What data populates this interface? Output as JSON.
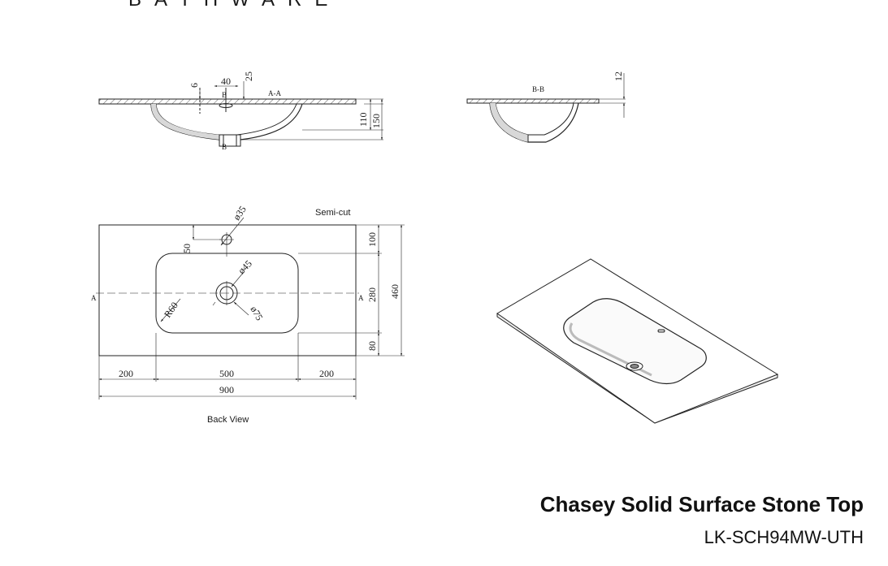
{
  "brand": {
    "name": "BATHWARE"
  },
  "product": {
    "title": "Chasey Solid Surface Stone Top",
    "code": "LK-SCH94MW-UTH"
  },
  "section_aa": {
    "label": "A-A",
    "dims": {
      "tap_hole_width": "40",
      "top_offset": "25",
      "thickness": "6",
      "bowl_depth": "110",
      "overall_depth": "150"
    },
    "marker": "B"
  },
  "section_bb": {
    "label": "B-B",
    "dims": {
      "thickness": "12"
    }
  },
  "plan_view": {
    "semi_cut_label": "Semi-cut",
    "back_view_label": "Back View",
    "section_marker": "A",
    "dims": {
      "tap_hole_dia": "ø35",
      "waste_dia": "ø45",
      "waste_outer_dia": "ø75",
      "corner_radius": "R60",
      "tap_offset": "50",
      "top_margin": "100",
      "bowl_height": "280",
      "bottom_margin": "80",
      "overall_depth": "460",
      "left_margin": "200",
      "bowl_width": "500",
      "right_margin": "200",
      "overall_width": "900"
    }
  }
}
